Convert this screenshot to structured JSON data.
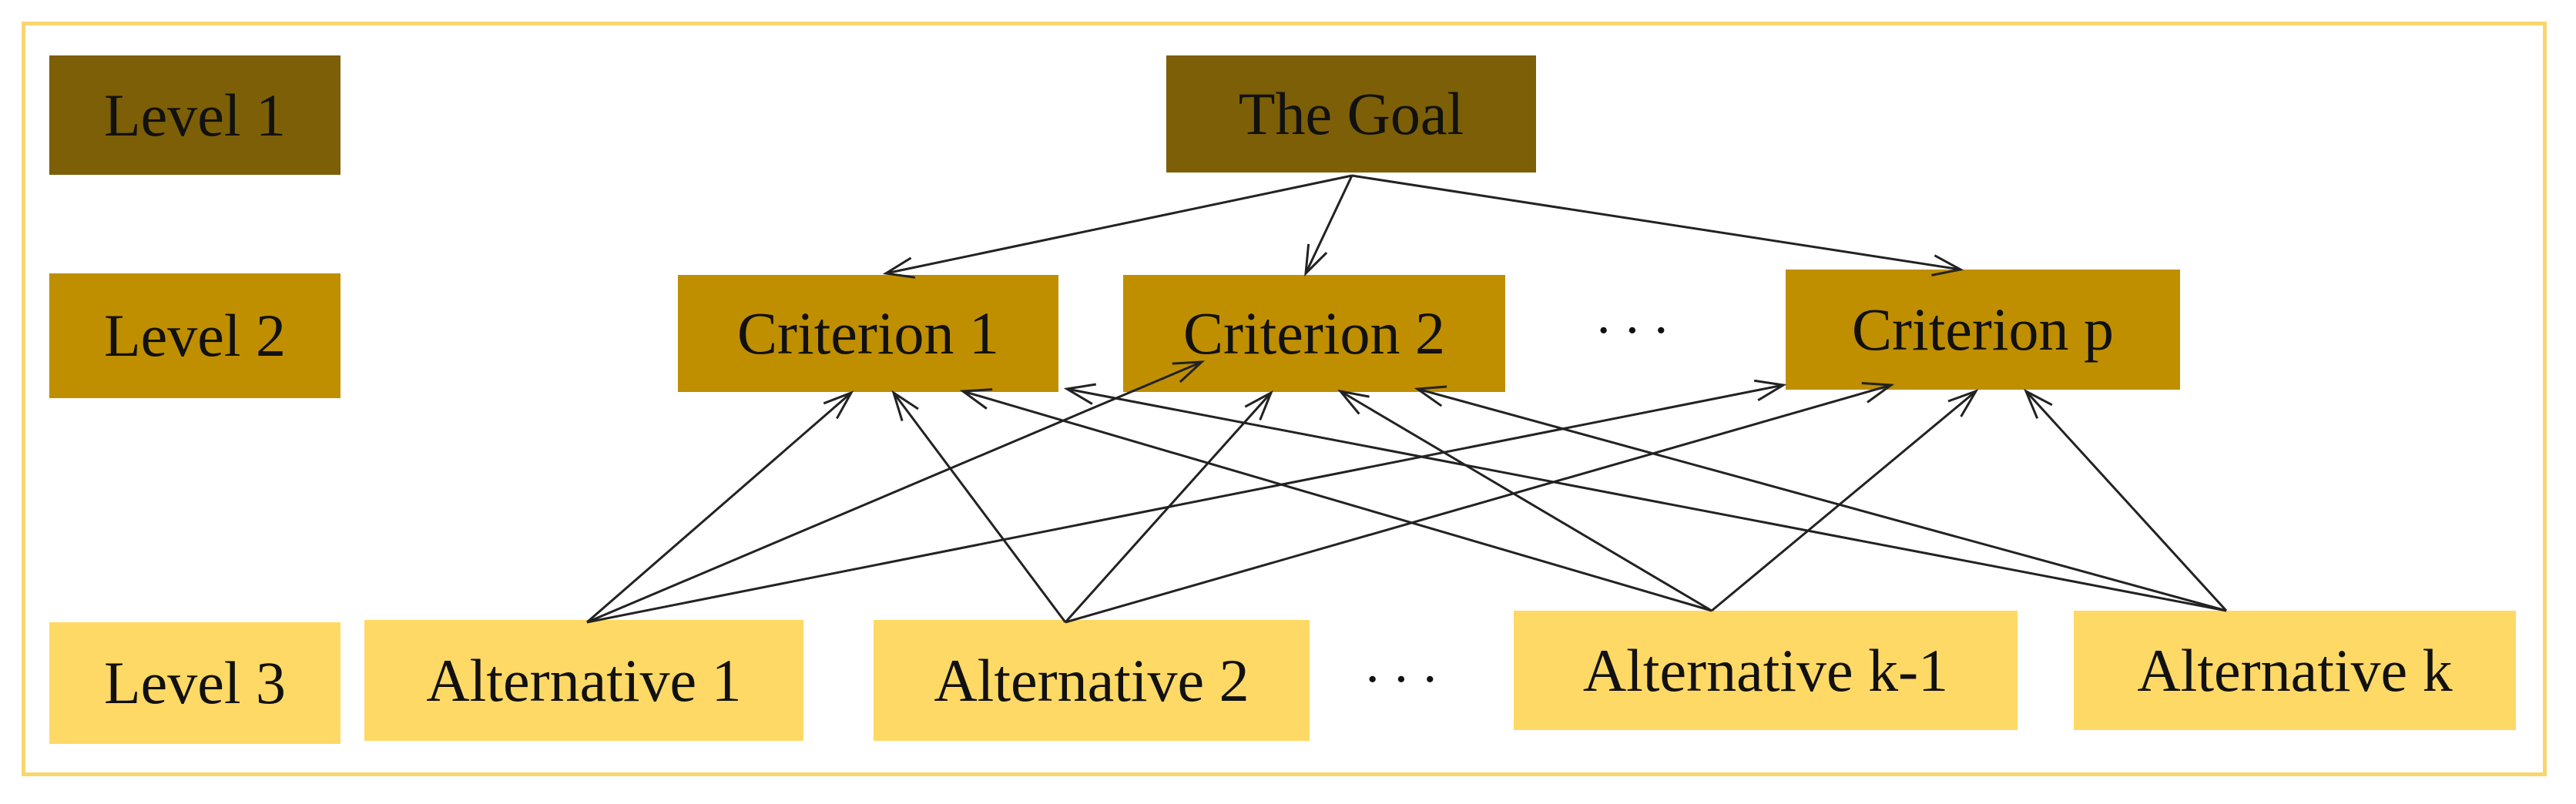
{
  "levels": [
    {
      "label": "Level 1"
    },
    {
      "label": "Level 2"
    },
    {
      "label": "Level 3"
    }
  ],
  "goal": {
    "label": "The Goal"
  },
  "criteria": [
    {
      "label": "Criterion 1"
    },
    {
      "label": "Criterion 2"
    },
    {
      "label": "Criterion p"
    }
  ],
  "criteria_ellipsis": "···",
  "alternatives": [
    {
      "label": "Alternative 1"
    },
    {
      "label": "Alternative 2"
    },
    {
      "label": "Alternative k-1"
    },
    {
      "label": "Alternative k"
    }
  ],
  "alternatives_ellipsis": "···",
  "colors": {
    "level1_fill": "#7c5f06",
    "level2_fill": "#bf8f00",
    "level3_fill": "#ffd966",
    "frame_border": "#f8d66e",
    "arrow": "#222222"
  }
}
